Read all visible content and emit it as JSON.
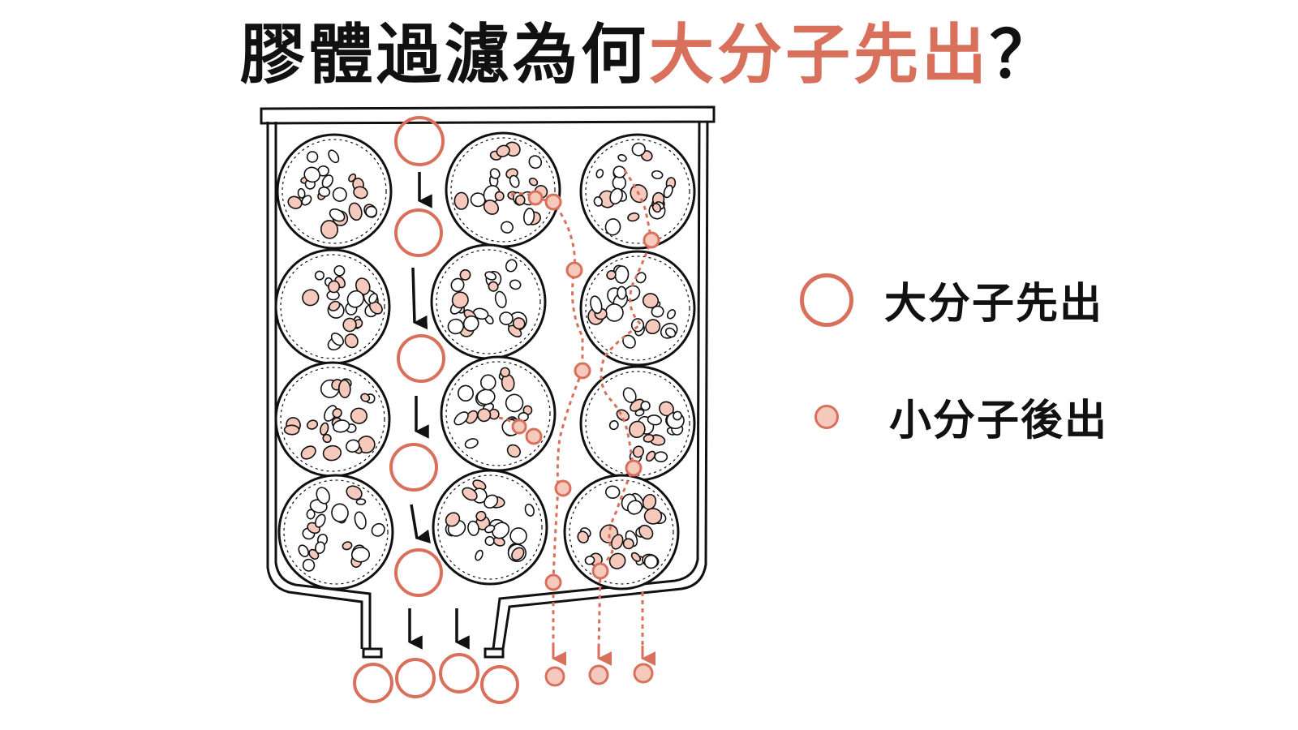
{
  "title": {
    "main": "膠體過濾為何",
    "accent": "大分子先出",
    "mark": "？"
  },
  "legend": {
    "large": "大分子先出",
    "small": "小分子後出"
  },
  "colors": {
    "accent": "#d9705c",
    "accent_fill": "#f6c9bd",
    "ink": "#111111"
  },
  "icons": [
    "large-molecule-icon",
    "small-molecule-icon",
    "down-arrow-icon",
    "porous-bead-icon",
    "column-vessel-icon"
  ]
}
